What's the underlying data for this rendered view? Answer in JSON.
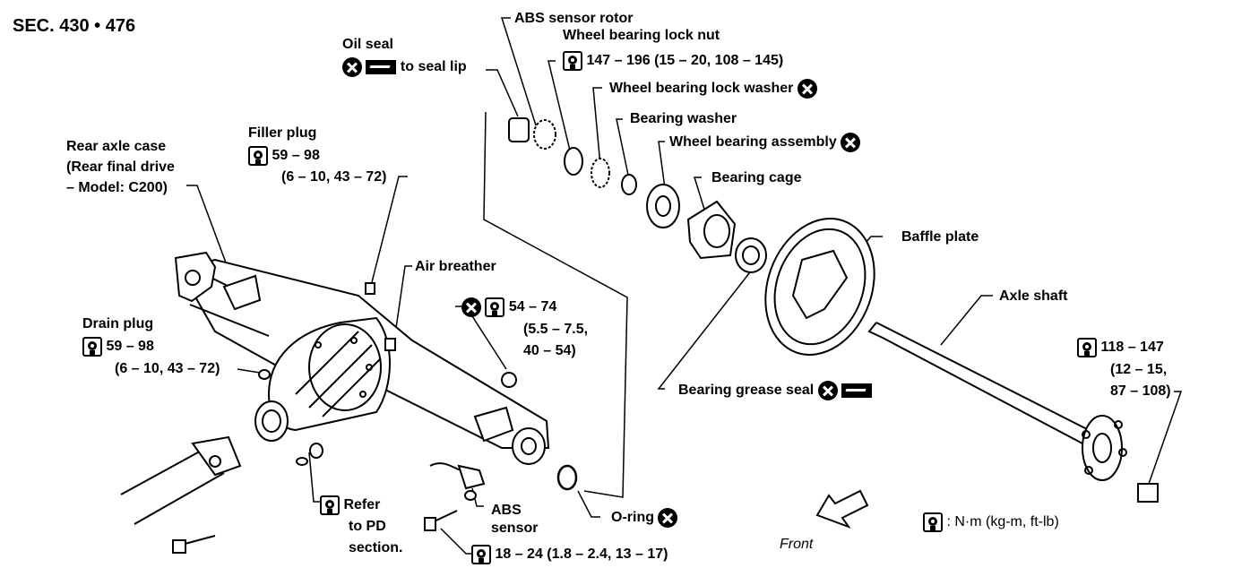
{
  "section_title": "SEC. 430 • 476",
  "labels": {
    "oil_seal": "Oil seal",
    "to_seal_lip": "to seal lip",
    "abs_rotor": "ABS sensor rotor",
    "lock_nut": "Wheel bearing lock nut",
    "lock_nut_torque": "147 – 196 (15 – 20, 108 – 145)",
    "lock_washer": "Wheel bearing lock washer",
    "bearing_washer": "Bearing washer",
    "bearing_assembly": "Wheel bearing assembly",
    "bearing_cage": "Bearing cage",
    "baffle_plate": "Baffle plate",
    "axle_shaft": "Axle shaft",
    "filler_plug": "Filler plug",
    "filler_torque_1": "59 – 98",
    "filler_torque_2": "(6 – 10, 43 – 72)",
    "axle_case_1": "Rear axle case",
    "axle_case_2": "(Rear final drive",
    "axle_case_3": "– Model: C200)",
    "air_breather": "Air breather",
    "nut_torque_1": "54 – 74",
    "nut_torque_2": "(5.5 – 7.5,",
    "nut_torque_3": "40 – 54)",
    "drain_plug": "Drain plug",
    "drain_torque_1": "59 – 98",
    "drain_torque_2": "(6 – 10, 43 – 72)",
    "grease_seal": "Bearing grease seal",
    "shaft_torque_1": "118 – 147",
    "shaft_torque_2": "(12 – 15,",
    "shaft_torque_3": "87 – 108)",
    "refer_1": "Refer",
    "refer_2": "to PD",
    "refer_3": "section.",
    "abs_1": "ABS",
    "abs_2": "sensor",
    "oring": "O-ring",
    "bolt_torque": "18 – 24 (1.8 – 2.4, 13 – 17)",
    "front": "Front",
    "legend": ": N·m (kg-m, ft-lb)"
  },
  "icons": {
    "replace": "replace-part-icon",
    "torque": "torque-wrench-icon",
    "grease": "grease-icon"
  }
}
